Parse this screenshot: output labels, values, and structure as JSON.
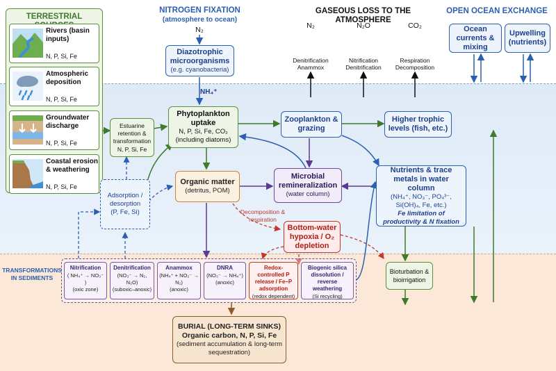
{
  "headers": {
    "terrestrial": "TERRESTRIAL SOURCES",
    "nfix_title": "NITROGEN FIXATION",
    "nfix_sub": "(atmosphere to ocean)",
    "nfix_gas": "N₂",
    "gaseous": "GASEOUS LOSS TO THE ATMOSPHERE",
    "open_ocean": "OPEN OCEAN EXCHANGE",
    "sediments": "TRANSFORMATIONS IN SEDIMENTS"
  },
  "sources": [
    {
      "title": "Rivers (basin inputs)",
      "sub": "N, P, Si, Fe",
      "icon": "river-icon"
    },
    {
      "title": "Atmospheric deposition",
      "sub": "N, P, Si, Fe",
      "icon": "rain-cloud-icon"
    },
    {
      "title": "Groundwater discharge",
      "sub": "N, P, Si, Fe",
      "icon": "groundwater-icon"
    },
    {
      "title": "Coastal erosion & weathering",
      "sub": "N, P, Si, Fe",
      "icon": "cliff-icon"
    }
  ],
  "gases": [
    {
      "gas": "N₂",
      "process": "Denitrification\nAnammox"
    },
    {
      "gas": "N₂O",
      "process": "Nitrification\nDenitrification"
    },
    {
      "gas": "CO₂",
      "process": "Respiration\nDecomposition"
    }
  ],
  "ocean": {
    "currents": "Ocean currents & mixing",
    "upwelling_title": "Upwelling",
    "upwelling_sub": "(nutrients)"
  },
  "nodes": {
    "diazo_title": "Diazotrophic microorganisms",
    "diazo_sub": "(e.g. cyanobacteria)",
    "nh4": "NH₄⁺",
    "phyto_title": "Phytoplankton uptake",
    "phyto_sub1": "N, P, Si, Fe, CO₂",
    "phyto_sub2": "(including diatoms)",
    "estuary_title": "Estuarine retention & transformation",
    "estuary_sub": "N, P, Si, Fe",
    "zoo_title": "Zooplankton & grazing",
    "higher_title": "Higher trophic levels (fish, etc.)",
    "organic_title": "Organic matter",
    "organic_sub": "(detritus, POM)",
    "microbial_title": "Microbial remineralization",
    "microbial_sub": "(water column)",
    "nutrients_title": "Nutrients & trace metals in water column",
    "nutrients_sub1": "(NH₄⁺, NO₃⁻, PO₄³⁻,",
    "nutrients_sub2": "Si(OH)₄, Fe, etc.)",
    "nutrients_note": "Fe limitation of productivity & N fixation",
    "adsorption_title": "Adsorption / desorption",
    "adsorption_sub": "(P, Fe, Si)",
    "decomp_label": "Decomposition & respiration",
    "hypoxia": "Bottom-water hypoxia / O₂ depletion",
    "bioturb": "Bioturbation & bioirrigation",
    "burial_title": "BURIAL (LONG-TERM SINKS)",
    "burial_sub1": "Organic carbon, N, P, Si, Fe",
    "burial_sub2": "(sediment accumulation & long-term sequestration)"
  },
  "sediment_processes": [
    {
      "title": "Nitrification",
      "detail": "( NH₄⁺ → NO₃⁻ )",
      "cond": "(oxic zone)"
    },
    {
      "title": "Denitrification",
      "detail": "(NO₃⁻ → N₂, N₂O)",
      "cond": "(suboxic–anoxic)"
    },
    {
      "title": "Anammox",
      "detail": "(NH₄⁺ + NO₂⁻ → N₂)",
      "cond": "(anoxic)"
    },
    {
      "title": "DNRA",
      "detail": "(NO₃⁻ → NH₄⁺)",
      "cond": "(anoxic)"
    },
    {
      "title": "Redox-controlled P release / Fe–P adsorption",
      "detail": "",
      "cond": "(redox dependent)"
    },
    {
      "title": "Biogenic silica dissolution / reverse weathering",
      "detail": "",
      "cond": "(Si recycling)"
    }
  ],
  "colors": {
    "sky": "#ffffff",
    "water": "#e3eef9",
    "sediment": "#fbe6d6",
    "green": "#3d7a2a",
    "blue": "#2b5fb0",
    "purple": "#5b3a95",
    "red": "#c0392b",
    "brown": "#8a5a2b"
  }
}
